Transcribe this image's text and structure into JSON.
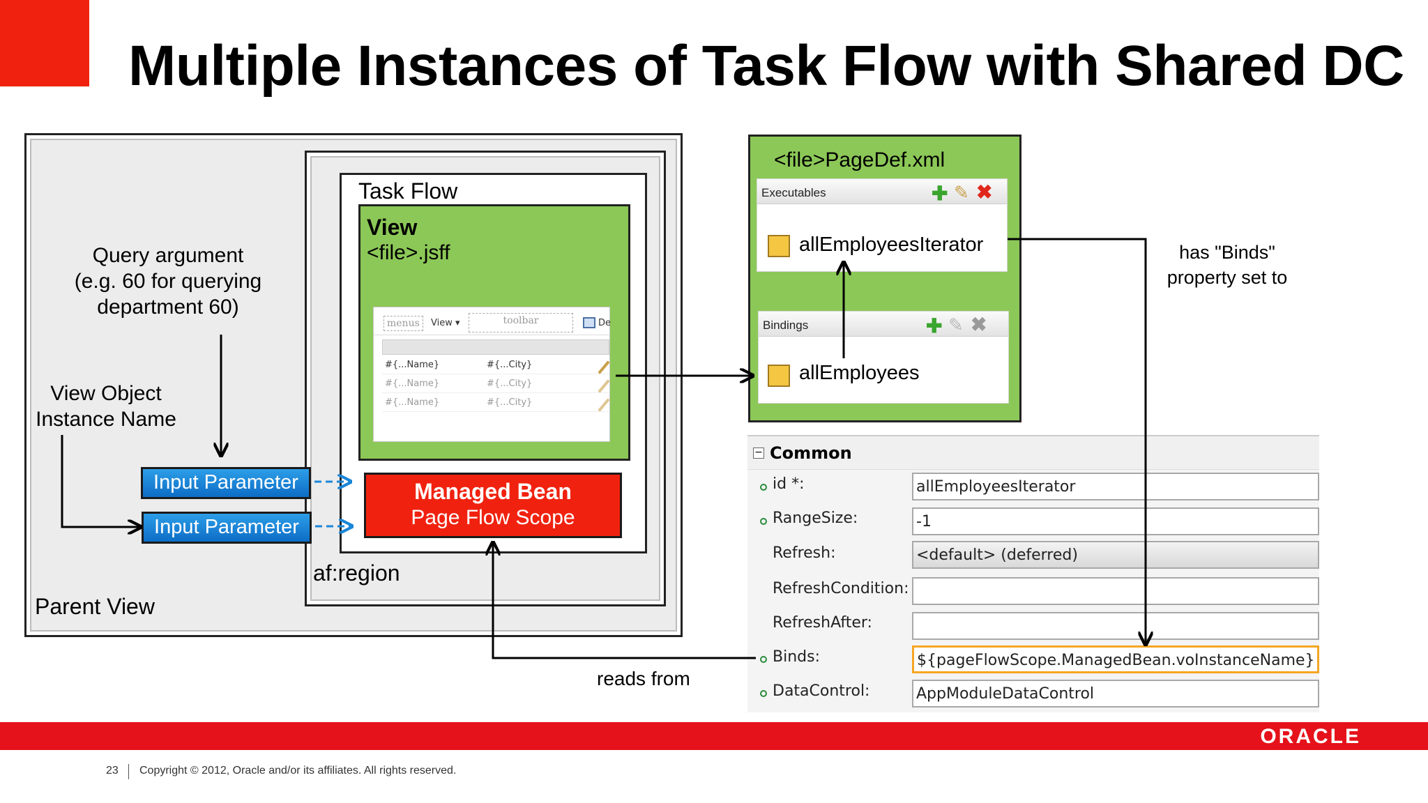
{
  "title": "Multiple Instances of Task Flow with Shared DC",
  "labels": {
    "parent_view": "Parent View",
    "region": "af:region",
    "task_flow": "Task Flow",
    "view_title": "View",
    "view_file": "<file>.jsff",
    "query_arg_line1": "Query argument",
    "query_arg_line2": "(e.g. 60 for querying",
    "query_arg_line3": "department 60)",
    "vo_line1": "View Object",
    "vo_line2": "Instance Name",
    "input_param_1": "Input Parameter",
    "input_param_2": "Input Parameter",
    "bean_line1": "Managed Bean",
    "bean_line2": "Page Flow Scope",
    "reads_from": "reads from",
    "binds_note_line1": "has \"Binds\"",
    "binds_note_line2": "property set to"
  },
  "form_preview": {
    "menus": "menus",
    "view_menu": "View",
    "toolbar": "toolbar",
    "detach": "De",
    "rows": [
      {
        "name": "#{...Name}",
        "city": "#{...City}"
      },
      {
        "name": "#{...Name}",
        "city": "#{...City}"
      },
      {
        "name": "#{...Name}",
        "city": "#{...City}"
      }
    ]
  },
  "pagedef": {
    "file": "<file>PageDef.xml",
    "executables_header": "Executables",
    "iterator": "allEmployeesIterator",
    "bindings_header": "Bindings",
    "binding": "allEmployees"
  },
  "properties": {
    "section": "Common",
    "rows": [
      {
        "label": "id *:",
        "value": "allEmployeesIterator",
        "required_dot": true
      },
      {
        "label": "RangeSize:",
        "value": "-1",
        "required_dot": true
      },
      {
        "label": "Refresh:",
        "value": "<default> (deferred)",
        "required_dot": false
      },
      {
        "label": "RefreshCondition:",
        "value": "",
        "required_dot": false
      },
      {
        "label": "RefreshAfter:",
        "value": "",
        "required_dot": false
      },
      {
        "label": "Binds:",
        "value": "${pageFlowScope.ManagedBean.voInstanceName}",
        "required_dot": true
      },
      {
        "label": "DataControl:",
        "value": "AppModuleDataControl",
        "required_dot": true
      }
    ]
  },
  "footer": {
    "page_number": "23",
    "copyright": "Copyright © 2012, Oracle and/or its affiliates. All rights reserved.",
    "logo": "ORACLE"
  },
  "colors": {
    "accent_red": "#f0220f",
    "view_green": "#8cc857",
    "button_blue": "#1a86d8",
    "binds_highlight": "#f5a623"
  }
}
